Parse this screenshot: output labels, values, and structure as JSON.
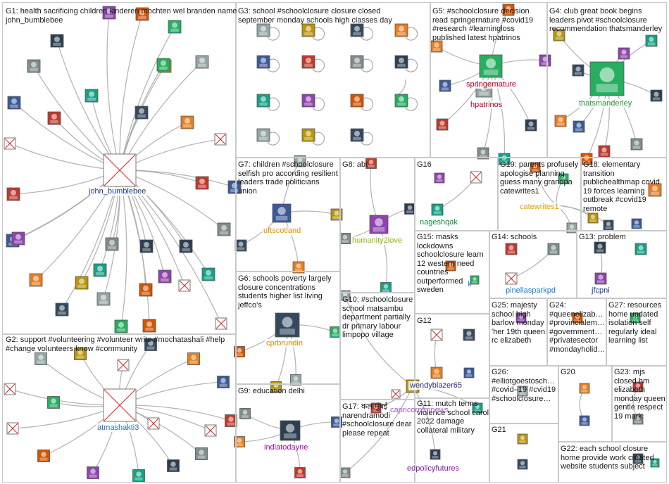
{
  "groups": {
    "g1": "G1: health sacrificing children kinderen mochten wel branden name john_bumblebee",
    "g2": "G2: support #volunteering #volunteer write #mochatashali #help #change volunteers know #community",
    "g3": "G3: school #schoolclosure closure closed september monday schools high classes day",
    "g4": "G4: club great book begins leaders pivot #schoolclosure recommendation thatsmanderley",
    "g5": "G5: #schoolclosure decision read springernature #covid19 #research #learningloss published latest hpatrinos",
    "g6": "G6: schools poverty largely closure concentrations students higher list living jeffco's",
    "g7": "G7: children #schoolclosure selfish pro according resilient leaders trade politicians union",
    "g8": "G8: abt",
    "g9": "G9: education delhi",
    "g10": "G10: #schoolclosure school matsambu department partially dr primary labour limpopo village",
    "g11": "G11: mutch terms violence school carol 2022 damage collateral military",
    "g12": "G12",
    "g13": "G13: problem",
    "g14": "G14: schools",
    "g15": "G15: masks lockdowns schoolclosure learn 12 western need countries outperformed sweden",
    "g16": "G16",
    "g17": "G17: कल मुंबई narendramodi #schoolclosure dear please repeat",
    "g18": "G18: elementary transition publichealthmap covid 19 forces learning outbreak #covid19 remote",
    "g19": "G19: parents profusely apologise planning guess many grandpa catewrites1",
    "g20": "G20",
    "g21": "G21",
    "g22": "G22: each school closure home provide work created website students subject",
    "g23": "G23: mjs closed hm elizabeth monday queen gentle respect 19 mark",
    "g24": "G24: #queenelizab… #provincialem… #government… #privatesector #mondayholid…",
    "g25": "G25: majesty school high barlow monday 'her 19th queen rc elizabeth",
    "g26": "G26: #elliotgoestosch… #covid–19 #cvid19 #schoolclosure…",
    "g27": "G27: resources home updated isolation self regularly ideal learning list"
  },
  "labels": {
    "john": "john_bumblebee",
    "atma": "atmashakti3",
    "springer": "springernature",
    "hpat": "hpatrinos",
    "thats": "thatsmanderley",
    "ufts": "uftscotland",
    "humanity": "humanity2love",
    "cpr": "cprbrundin",
    "india": "indiatodayne",
    "nagesh": "nageshqak",
    "cate": "catewrites1",
    "pinellas": "pinellasparkpd",
    "jfc": "jfcpni",
    "wendy": "wendyblazer65",
    "capri": "capricornfmnews",
    "edpol": "edpolicyfutures",
    "bgk": "k"
  },
  "colors": {
    "edge": "#a9a9a9",
    "border": "#c9c9c9",
    "john": "#1f3c88",
    "atma": "#1f6fb5",
    "springer": "#b3001b",
    "thats": "#1e9c2f",
    "ufts": "#d99000",
    "humanity": "#8fb51a",
    "cpr": "#d98200",
    "india": "#b000b0",
    "nagesh": "#16863a",
    "cate": "#e0a000",
    "pinellas": "#1f7ac8",
    "jfc": "#1f3c88",
    "wendy": "#2b2b8a",
    "capri": "#9c5ac9",
    "edpol": "#7a1a9a"
  }
}
